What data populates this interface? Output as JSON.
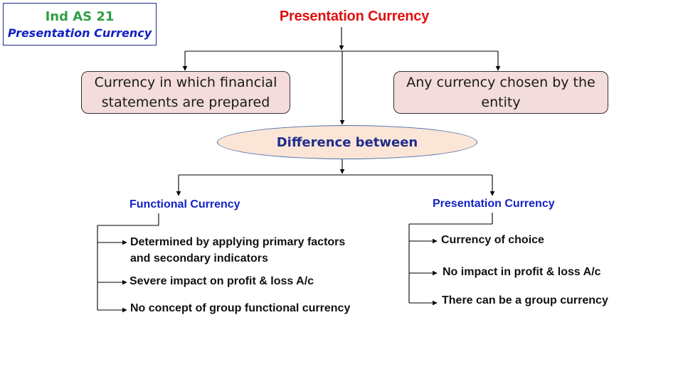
{
  "title_box": {
    "line1": "Ind AS 21",
    "line2": "Presentation Currency"
  },
  "diagram": {
    "main_title": "Presentation Currency",
    "definitions": [
      "Currency in which financial statements are prepared",
      "Any currency chosen by the entity"
    ],
    "center_label": "Difference between",
    "columns": [
      {
        "heading": "Functional Currency",
        "items": [
          "Determined by applying primary factors",
          "and secondary indicators",
          "Severe impact on profit & loss A/c",
          "No concept of group functional currency"
        ]
      },
      {
        "heading": "Presentation Currency",
        "items": [
          "Currency of choice",
          "No impact in profit & loss A/c",
          "There can be a group currency"
        ]
      }
    ]
  },
  "colors": {
    "main_title": "#e01010",
    "heading_blue": "#1222c4",
    "title_green": "#2e9e45",
    "definition_fill": "#f3dcdb",
    "ellipse_fill": "#fbe5d7",
    "connector": "#000000"
  }
}
